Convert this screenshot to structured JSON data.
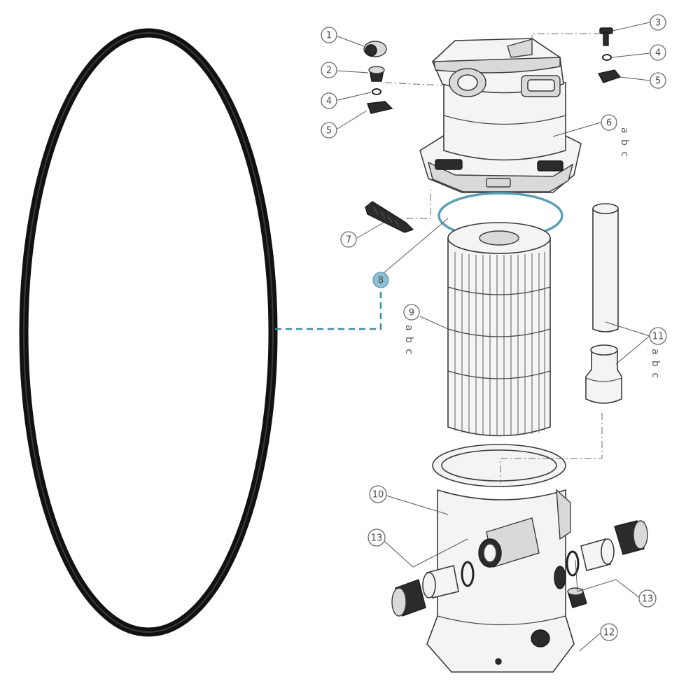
{
  "callouts": [
    {
      "num": "1",
      "variants": ""
    },
    {
      "num": "2",
      "variants": ""
    },
    {
      "num": "3",
      "variants": ""
    },
    {
      "num": "4",
      "variants": ""
    },
    {
      "num": "4",
      "variants": ""
    },
    {
      "num": "5",
      "variants": ""
    },
    {
      "num": "5",
      "variants": ""
    },
    {
      "num": "6",
      "variants": "a b c"
    },
    {
      "num": "7",
      "variants": ""
    },
    {
      "num": "8",
      "variants": ""
    },
    {
      "num": "9",
      "variants": "a b c"
    },
    {
      "num": "10",
      "variants": ""
    },
    {
      "num": "11",
      "variants": "a b c"
    },
    {
      "num": "12",
      "variants": ""
    },
    {
      "num": "13",
      "variants": ""
    },
    {
      "num": "13",
      "variants": ""
    }
  ],
  "highlighted_part": "8",
  "colors": {
    "highlight": "#8fbfd0",
    "link_line": "#3d8ba5",
    "oring": "#111111",
    "outline": "#3a3a3a"
  }
}
